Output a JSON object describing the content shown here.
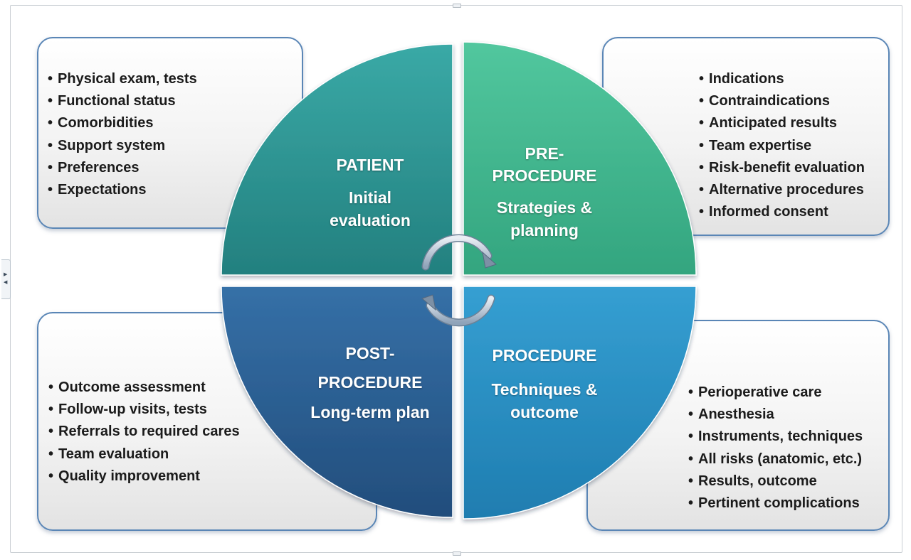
{
  "quadrants": {
    "patient": {
      "heading": "PATIENT",
      "subtitle_line1": "Initial",
      "subtitle_line2": "evaluation",
      "color": "#2e9a98"
    },
    "pre_procedure": {
      "heading_line1": "PRE-",
      "heading_line2": "PROCEDURE",
      "subtitle_line1": "Strategies &",
      "subtitle_line2": "planning",
      "color": "#45b890"
    },
    "post_procedure": {
      "heading_line1": "POST-",
      "heading_line2": "PROCEDURE",
      "subtitle": "Long-term plan",
      "color": "#2d5f93"
    },
    "procedure": {
      "heading": "PROCEDURE",
      "subtitle_line1": "Techniques &",
      "subtitle_line2": "outcome",
      "color": "#2b8fc4"
    }
  },
  "cards": {
    "patient": {
      "items": [
        "Physical exam, tests",
        "Functional status",
        "Comorbidities",
        "Support system",
        "Preferences",
        "Expectations"
      ]
    },
    "pre_procedure": {
      "items": [
        "Indications",
        "Contraindications",
        "Anticipated results",
        "Team expertise",
        "Risk-benefit evaluation",
        "Alternative procedures",
        "Informed consent"
      ]
    },
    "post_procedure": {
      "items": [
        "Outcome assessment",
        "Follow-up visits, tests",
        "Referrals to required cares",
        "Team evaluation",
        "Quality improvement"
      ]
    },
    "procedure": {
      "items": [
        "Perioperative care",
        "Anesthesia",
        "Instruments, techniques",
        "All risks (anatomic, etc.)",
        "Results, outcome",
        "Pertinent complications"
      ]
    }
  },
  "icons": {
    "cycle": "circular-arrows-icon",
    "side_tab": "expand-arrows-icon"
  }
}
